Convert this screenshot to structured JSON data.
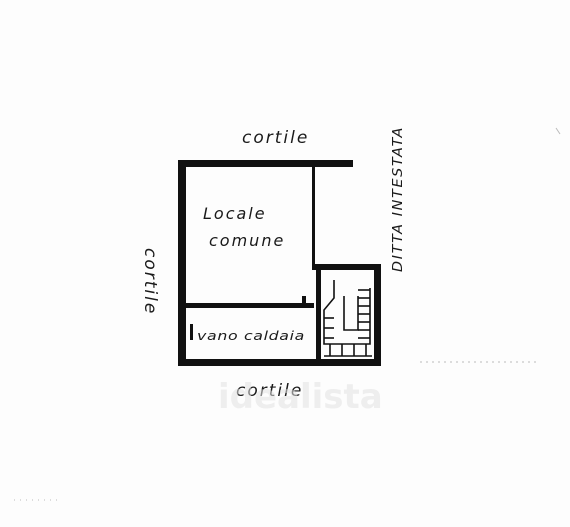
{
  "plan": {
    "labels": {
      "top_courtyard": "cortile",
      "bottom_courtyard": "cortile",
      "left_courtyard": "cortile",
      "right_owner": "DITTA INTESTATA",
      "main_room_line1": "Locale",
      "main_room_line2": "comune",
      "boiler_room": "vano caldaia"
    },
    "watermark": "idealista",
    "colors": {
      "ink": "#1a1a1a",
      "wall": "#111111",
      "paper": "#fdfdfd"
    }
  }
}
